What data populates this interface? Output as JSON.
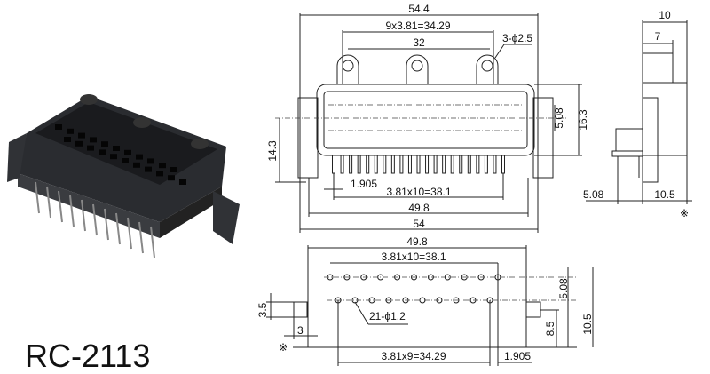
{
  "title": "RC-2113",
  "front_view": {
    "overall_width": "54.4",
    "mount_hole_pitch": "9x3.81=34.29",
    "inner_width": "32",
    "mount_hole_note": "3-ϕ2.5",
    "row_pitch": "5.08",
    "height": "16.3",
    "pin_height": "14.3",
    "pin_offset": "1.905",
    "pin_span": "3.81x10=38.1",
    "body_width": "49.8",
    "base_width": "54"
  },
  "side_view": {
    "depth": "10",
    "top_depth": "7",
    "pin_row_offset": "5.08",
    "base_depth": "10.5",
    "ref_mark": "※"
  },
  "footprint": {
    "width": "49.8",
    "top_row_span": "3.81x10=38.1",
    "hole_note": "21-ϕ1.2",
    "peg_height": "3.5",
    "peg_width": "3",
    "ref_mark": "※",
    "bottom_row_span": "3.81x9=34.29",
    "edge_offset": "1.905",
    "row_pitch": "5.08",
    "row_to_edge": "10.5",
    "peg_to_edge": "8.5"
  }
}
